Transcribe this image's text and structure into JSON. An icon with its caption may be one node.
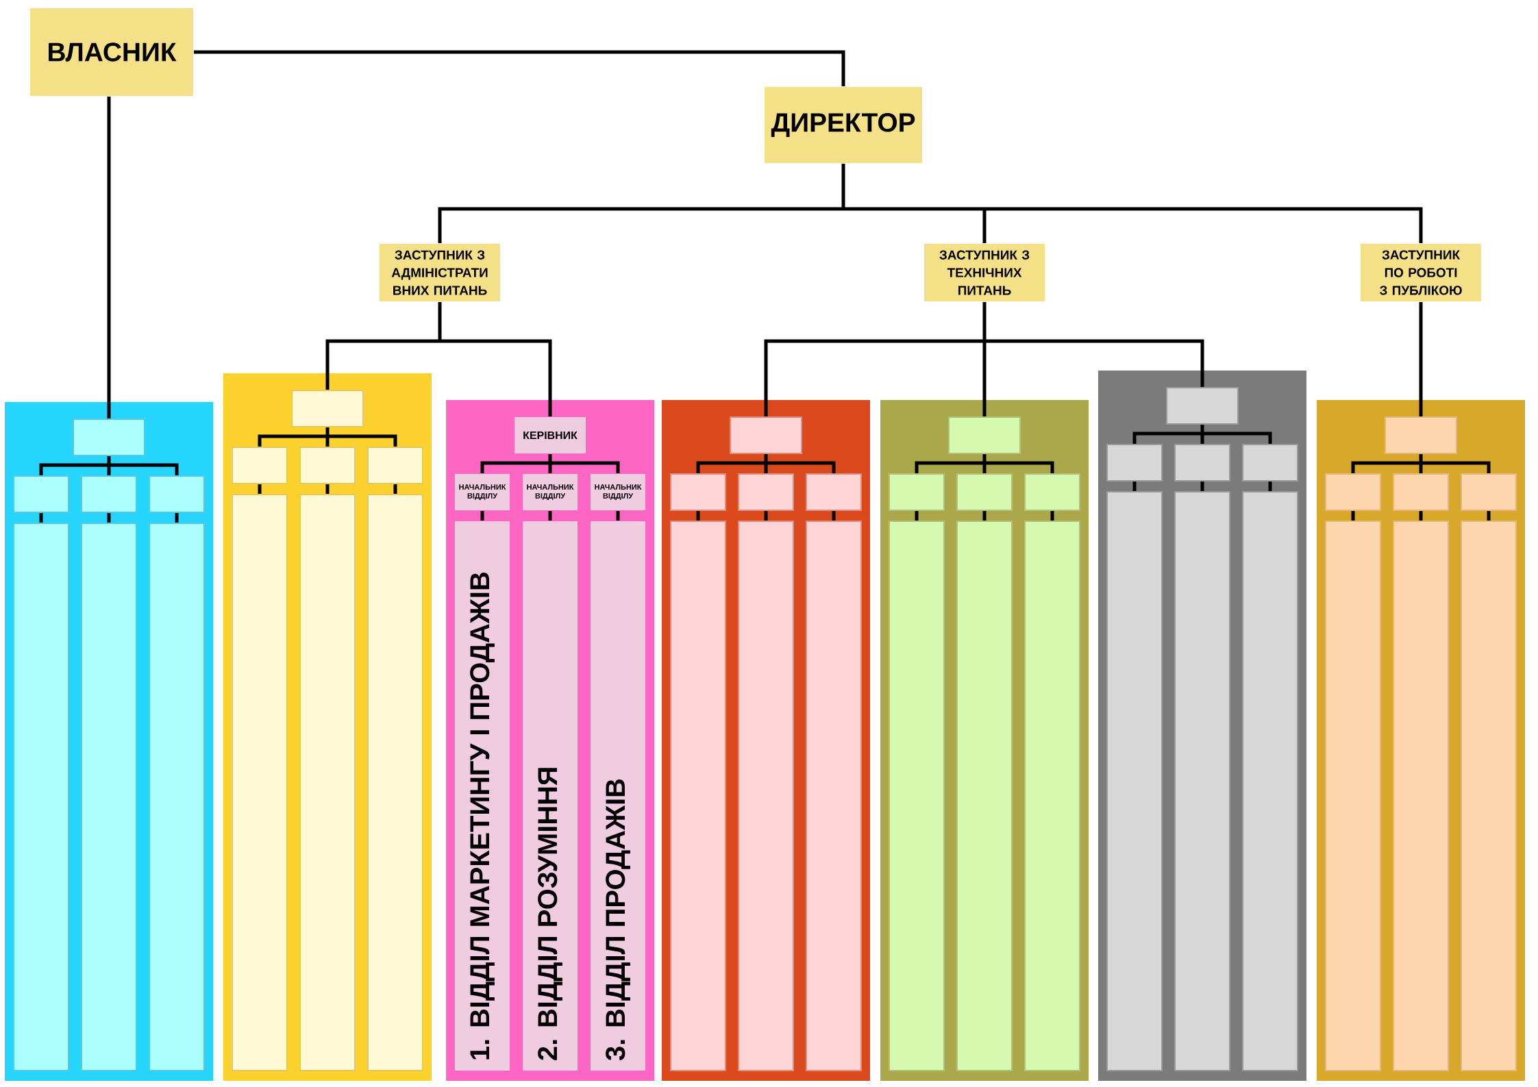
{
  "diagram": {
    "nodes": [
      {
        "text": [
          "ВЛАСНИК"
        ]
      },
      {
        "text": [
          "ДИРЕКТОР"
        ]
      },
      {
        "text": [
          "ЗАСТУПНИК З АДМІНІСТРАТИ ВНИХ ПИТАНЬ"
        ]
      },
      {
        "text": [
          "ЗАСТУПНИК З ТЕХНІЧНИХ ПИТАНЬ"
        ]
      },
      {
        "text": [
          "ЗАСТУПНИК ПО РОБОТІ З ПУБЛІКОЮ"
        ]
      },
      {
        "text": [],
        "shape": "box"
      },
      {
        "text": [],
        "shape": "box",
        "in": 5
      },
      {
        "text": [],
        "shape": "box",
        "in": 5
      },
      {
        "text": [],
        "shape": "box",
        "in": 5
      },
      {
        "text": [],
        "shape": "box",
        "in": 5
      },
      {
        "text": [],
        "shape": "box",
        "in": 5
      },
      {
        "text": [],
        "shape": "box",
        "in": 5
      },
      {
        "text": [],
        "shape": "box",
        "in": 5
      },
      {
        "text": [],
        "shape": "box"
      },
      {
        "text": [],
        "shape": "box",
        "in": 13
      },
      {
        "text": [],
        "shape": "box",
        "in": 13
      },
      {
        "text": [],
        "shape": "box",
        "in": 13
      },
      {
        "text": [],
        "shape": "box",
        "in": 13
      },
      {
        "text": [],
        "shape": "box",
        "in": 13
      },
      {
        "text": [],
        "shape": "box",
        "in": 13
      },
      {
        "text": [],
        "shape": "box",
        "in": 13
      },
      {
        "text": [],
        "shape": "box"
      },
      {
        "text": [
          "КЕРІВНИК"
        ],
        "in": 21
      },
      {
        "text": [
          "НАЧАЛЬНИК ВІДДІЛУ"
        ],
        "in": 21
      },
      {
        "text": [
          "НАЧАЛЬНИК ВІДДІЛУ"
        ],
        "in": 21
      },
      {
        "text": [
          "НАЧАЛЬНИК ВІДДІЛУ"
        ],
        "in": 21
      },
      {
        "text": [
          "1. ВІДДІЛ МАРКЕТИНГУ І ПРОДАЖІВ"
        ],
        "in": 21
      },
      {
        "text": [
          "2. ВІДДІЛ РОЗУМІННЯ"
        ],
        "in": 21
      },
      {
        "text": [
          "3. ВІДДІЛ ПРОДАЖІВ"
        ],
        "in": 21
      },
      {
        "text": [],
        "shape": "box"
      },
      {
        "text": [],
        "shape": "box",
        "in": 29
      },
      {
        "text": [],
        "shape": "box",
        "in": 29
      },
      {
        "text": [],
        "shape": "box",
        "in": 29
      },
      {
        "text": [],
        "shape": "box",
        "in": 29
      },
      {
        "text": [],
        "shape": "box",
        "in": 29
      },
      {
        "text": [],
        "shape": "box",
        "in": 29
      },
      {
        "text": [],
        "shape": "box",
        "in": 29
      },
      {
        "text": [],
        "shape": "box"
      },
      {
        "text": [],
        "shape": "box",
        "in": 37
      },
      {
        "text": [],
        "shape": "box",
        "in": 37
      },
      {
        "text": [],
        "shape": "box",
        "in": 37
      },
      {
        "text": [],
        "shape": "box",
        "in": 37
      },
      {
        "text": [],
        "shape": "box",
        "in": 37
      },
      {
        "text": [],
        "shape": "box",
        "in": 37
      },
      {
        "text": [],
        "shape": "box",
        "in": 37
      },
      {
        "text": [],
        "shape": "box"
      },
      {
        "text": [],
        "shape": "box",
        "in": 45
      },
      {
        "text": [],
        "shape": "box",
        "in": 45
      },
      {
        "text": [],
        "shape": "box",
        "in": 45
      },
      {
        "text": [],
        "shape": "box",
        "in": 45
      },
      {
        "text": [],
        "shape": "box",
        "in": 45
      },
      {
        "text": [],
        "shape": "box",
        "in": 45
      },
      {
        "text": [],
        "shape": "box",
        "in": 45
      },
      {
        "text": [],
        "shape": "box"
      },
      {
        "text": [],
        "shape": "box",
        "in": 53
      },
      {
        "text": [],
        "shape": "box",
        "in": 53
      },
      {
        "text": [],
        "shape": "box",
        "in": 53
      },
      {
        "text": [],
        "shape": "box",
        "in": 53
      },
      {
        "text": [],
        "shape": "box",
        "in": 53
      },
      {
        "text": [],
        "shape": "box",
        "in": 53
      },
      {
        "text": [],
        "shape": "box",
        "in": 53
      }
    ],
    "edges": [
      {
        "from": 0,
        "to": 1,
        "arrow": "none"
      },
      {
        "from": 0,
        "to": 6,
        "arrow": "none"
      },
      {
        "from": 1,
        "to": 2,
        "arrow": "none"
      },
      {
        "from": 1,
        "to": 3,
        "arrow": "none"
      },
      {
        "from": 1,
        "to": 4,
        "arrow": "none"
      },
      {
        "from": 2,
        "to": 14,
        "arrow": "none"
      },
      {
        "from": 2,
        "to": 22,
        "arrow": "none"
      },
      {
        "from": 3,
        "to": 30,
        "arrow": "none"
      },
      {
        "from": 3,
        "to": 38,
        "arrow": "none"
      },
      {
        "from": 3,
        "to": 46,
        "arrow": "none"
      },
      {
        "from": 4,
        "to": 54,
        "arrow": "none"
      },
      {
        "from": 6,
        "to": 7,
        "arrow": "none"
      },
      {
        "from": 6,
        "to": 8,
        "arrow": "none"
      },
      {
        "from": 6,
        "to": 9,
        "arrow": "none"
      },
      {
        "from": 7,
        "to": 10,
        "arrow": "none"
      },
      {
        "from": 8,
        "to": 11,
        "arrow": "none"
      },
      {
        "from": 9,
        "to": 12,
        "arrow": "none"
      },
      {
        "from": 14,
        "to": 15,
        "arrow": "none"
      },
      {
        "from": 14,
        "to": 16,
        "arrow": "none"
      },
      {
        "from": 14,
        "to": 17,
        "arrow": "none"
      },
      {
        "from": 15,
        "to": 18,
        "arrow": "none"
      },
      {
        "from": 16,
        "to": 19,
        "arrow": "none"
      },
      {
        "from": 17,
        "to": 20,
        "arrow": "none"
      },
      {
        "from": 22,
        "to": 23,
        "arrow": "none"
      },
      {
        "from": 22,
        "to": 24,
        "arrow": "none"
      },
      {
        "from": 22,
        "to": 25,
        "arrow": "none"
      },
      {
        "from": 23,
        "to": 26,
        "arrow": "none"
      },
      {
        "from": 24,
        "to": 27,
        "arrow": "none"
      },
      {
        "from": 25,
        "to": 28,
        "arrow": "none"
      },
      {
        "from": 30,
        "to": 31,
        "arrow": "none"
      },
      {
        "from": 30,
        "to": 32,
        "arrow": "none"
      },
      {
        "from": 30,
        "to": 33,
        "arrow": "none"
      },
      {
        "from": 31,
        "to": 34,
        "arrow": "none"
      },
      {
        "from": 32,
        "to": 35,
        "arrow": "none"
      },
      {
        "from": 33,
        "to": 36,
        "arrow": "none"
      },
      {
        "from": 38,
        "to": 39,
        "arrow": "none"
      },
      {
        "from": 38,
        "to": 40,
        "arrow": "none"
      },
      {
        "from": 38,
        "to": 41,
        "arrow": "none"
      },
      {
        "from": 39,
        "to": 42,
        "arrow": "none"
      },
      {
        "from": 40,
        "to": 43,
        "arrow": "none"
      },
      {
        "from": 41,
        "to": 44,
        "arrow": "none"
      },
      {
        "from": 46,
        "to": 47,
        "arrow": "none"
      },
      {
        "from": 46,
        "to": 48,
        "arrow": "none"
      },
      {
        "from": 46,
        "to": 49,
        "arrow": "none"
      },
      {
        "from": 47,
        "to": 50,
        "arrow": "none"
      },
      {
        "from": 48,
        "to": 51,
        "arrow": "none"
      },
      {
        "from": 49,
        "to": 52,
        "arrow": "none"
      },
      {
        "from": 54,
        "to": 55,
        "arrow": "none"
      },
      {
        "from": 54,
        "to": 56,
        "arrow": "none"
      },
      {
        "from": 54,
        "to": 57,
        "arrow": "none"
      },
      {
        "from": 55,
        "to": 58,
        "arrow": "none"
      },
      {
        "from": 56,
        "to": 59,
        "arrow": "none"
      },
      {
        "from": 57,
        "to": 60,
        "arrow": "none"
      }
    ]
  }
}
